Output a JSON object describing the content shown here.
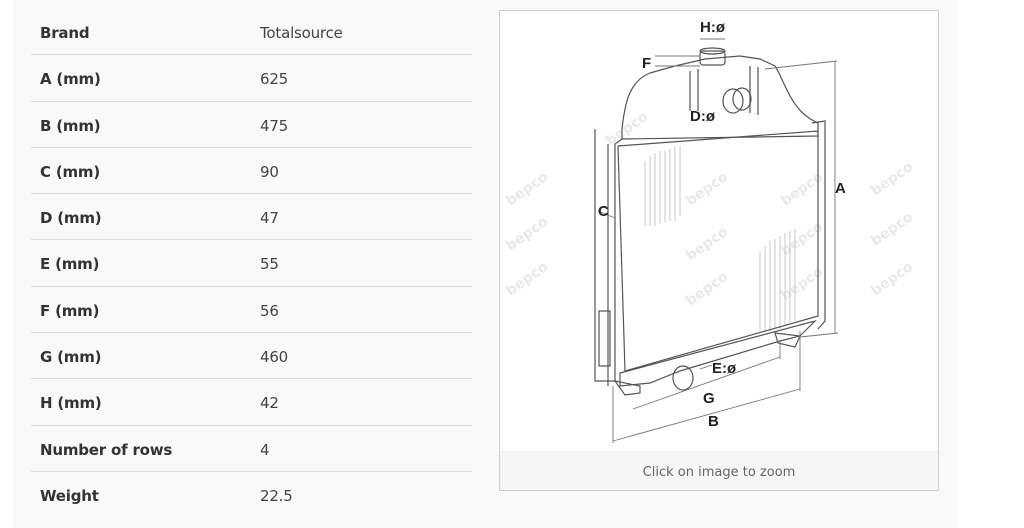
{
  "specs": [
    {
      "label": "Brand",
      "value": "Totalsource"
    },
    {
      "label": "A (mm)",
      "value": "625"
    },
    {
      "label": "B (mm)",
      "value": "475"
    },
    {
      "label": "C (mm)",
      "value": "90"
    },
    {
      "label": "D (mm)",
      "value": "47"
    },
    {
      "label": "E (mm)",
      "value": "55"
    },
    {
      "label": "F (mm)",
      "value": "56"
    },
    {
      "label": "G (mm)",
      "value": "460"
    },
    {
      "label": "H (mm)",
      "value": "42"
    },
    {
      "label": "Number of rows",
      "value": "4"
    },
    {
      "label": "Weight",
      "value": "22.5"
    }
  ],
  "image": {
    "caption": "Click on image to zoom",
    "watermark": "bepco",
    "dimension_labels": {
      "A": "A",
      "B": "B",
      "C": "C",
      "D": "D:ø",
      "E": "E:ø",
      "F": "F",
      "G": "G",
      "H": "H:ø"
    }
  },
  "colors": {
    "panel_bg": "#f9f9f9",
    "label_text": "#333333",
    "value_text": "#444444",
    "divider": "#dcdcdc"
  }
}
